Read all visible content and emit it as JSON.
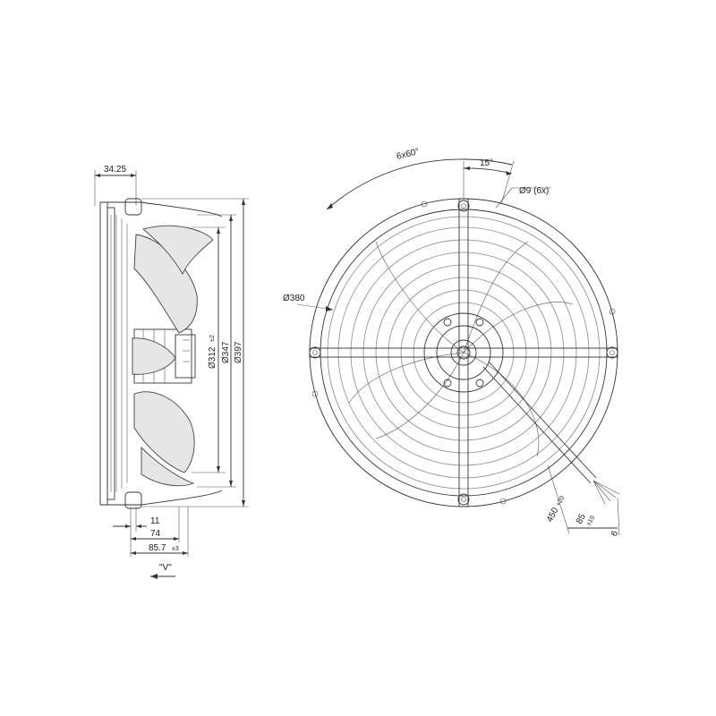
{
  "side_view": {
    "dim_top": "34.25",
    "dim_312": "Ø312",
    "dim_312_tol": "±2",
    "dim_347": "Ø347",
    "dim_397": "Ø397",
    "dim_11": "11",
    "dim_74": "74",
    "dim_857": "85.7",
    "dim_857_tol": "±3",
    "airflow_label": "\"V\""
  },
  "front_view": {
    "angle_pattern": "6x60°",
    "angle_offset": "15°",
    "hole_spec": "Ø9 (6x)",
    "outer_diameter": "Ø380",
    "cable_length": "450",
    "cable_length_tol": "+20",
    "cable_strip": "85",
    "cable_strip_tol": "±10",
    "wire_strip": "6"
  }
}
